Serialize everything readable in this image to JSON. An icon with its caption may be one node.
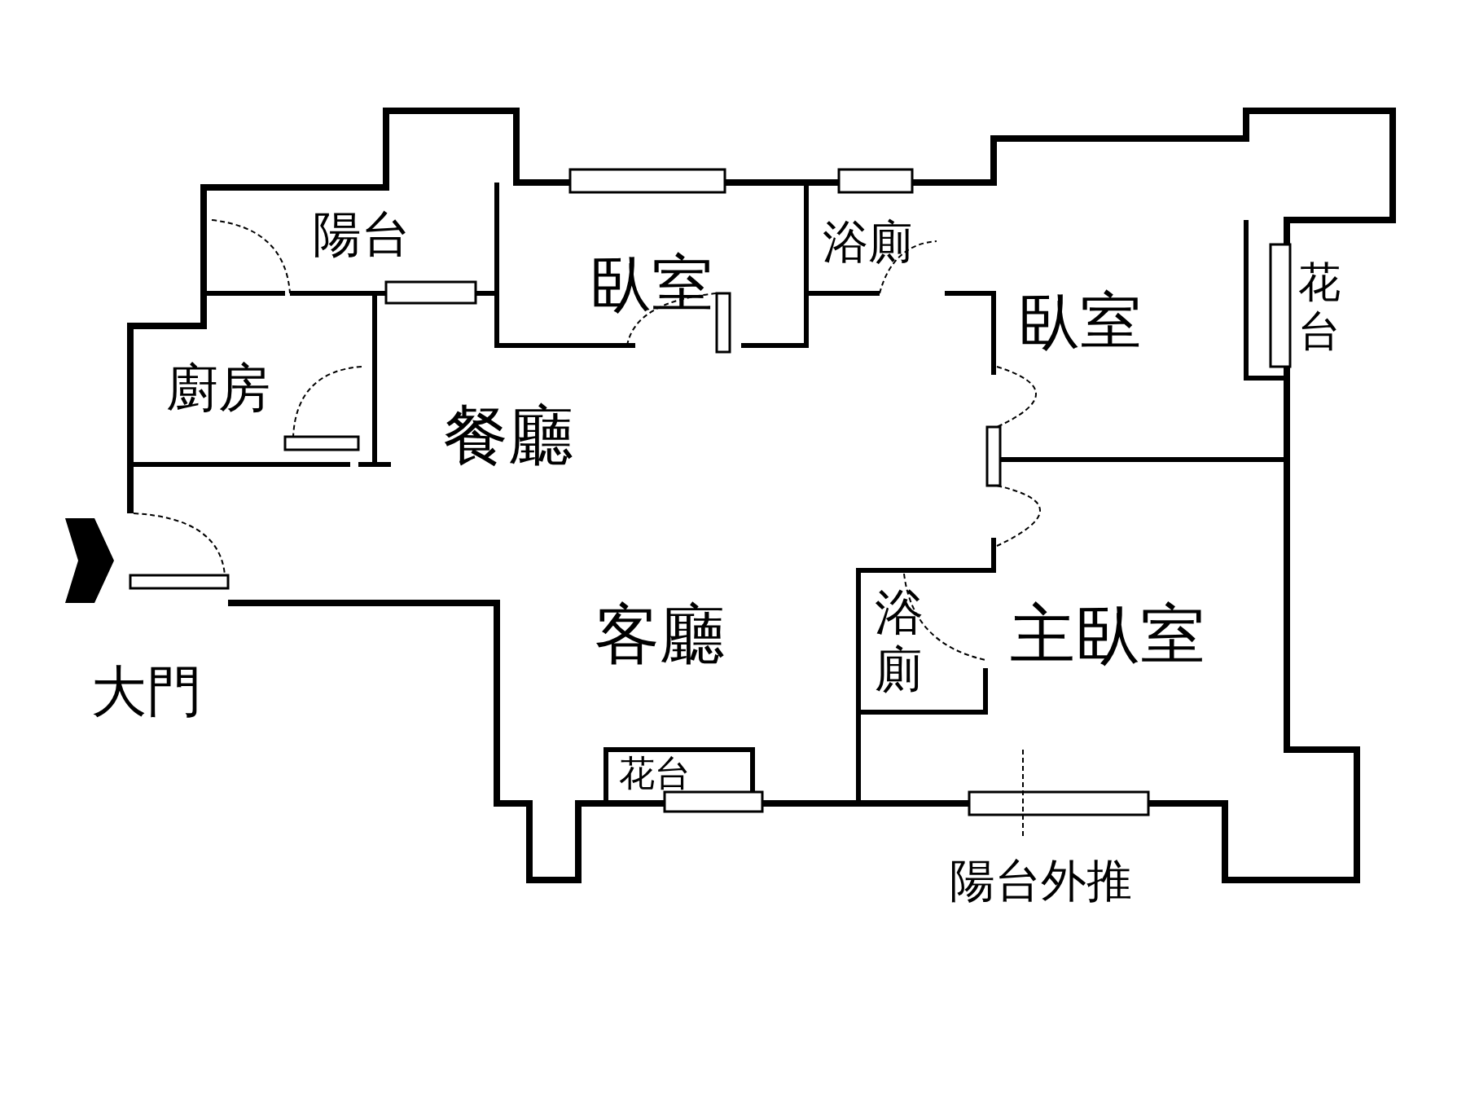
{
  "diagram": {
    "labels": [
      "陽台",
      "臥室",
      "浴廁",
      "臥室",
      "花台",
      "廚房",
      "餐廳",
      "客廳",
      "浴廁",
      "主臥室",
      "大門",
      "花台",
      "陽台外推"
    ]
  }
}
